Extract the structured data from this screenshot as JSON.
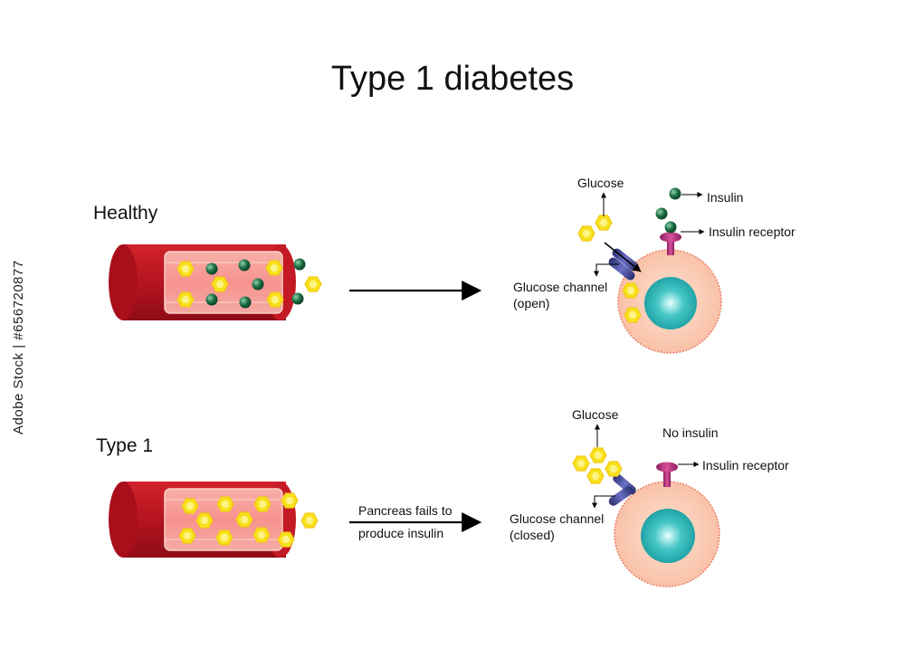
{
  "title": "Type 1 diabetes",
  "healthy": {
    "section_label": "Healthy",
    "glucose_label": "Glucose",
    "insulin_label": "Insulin",
    "receptor_label": "Insulin receptor",
    "channel_label_line1": "Glucose channel",
    "channel_label_line2": "(open)"
  },
  "type1": {
    "section_label": "Type 1",
    "arrow_text_line1": "Pancreas fails to",
    "arrow_text_line2": "produce insulin",
    "glucose_label": "Glucose",
    "no_insulin_label": "No insulin",
    "receptor_label": "Insulin receptor",
    "channel_label_line1": "Glucose channel",
    "channel_label_line2": "(closed)"
  },
  "stock_id": "Adobe Stock | #656720877",
  "colors": {
    "vessel_dark": "#b0121c",
    "vessel_light": "#f6a3a0",
    "glucose": "#f7e11b",
    "insulin": "#1a6b44",
    "cell": "#fcd1b8",
    "cell_edge": "#e8826a",
    "nucleus": "#2ab3b5",
    "receptor": "#b0307a",
    "channel": "#3c3f8a"
  }
}
